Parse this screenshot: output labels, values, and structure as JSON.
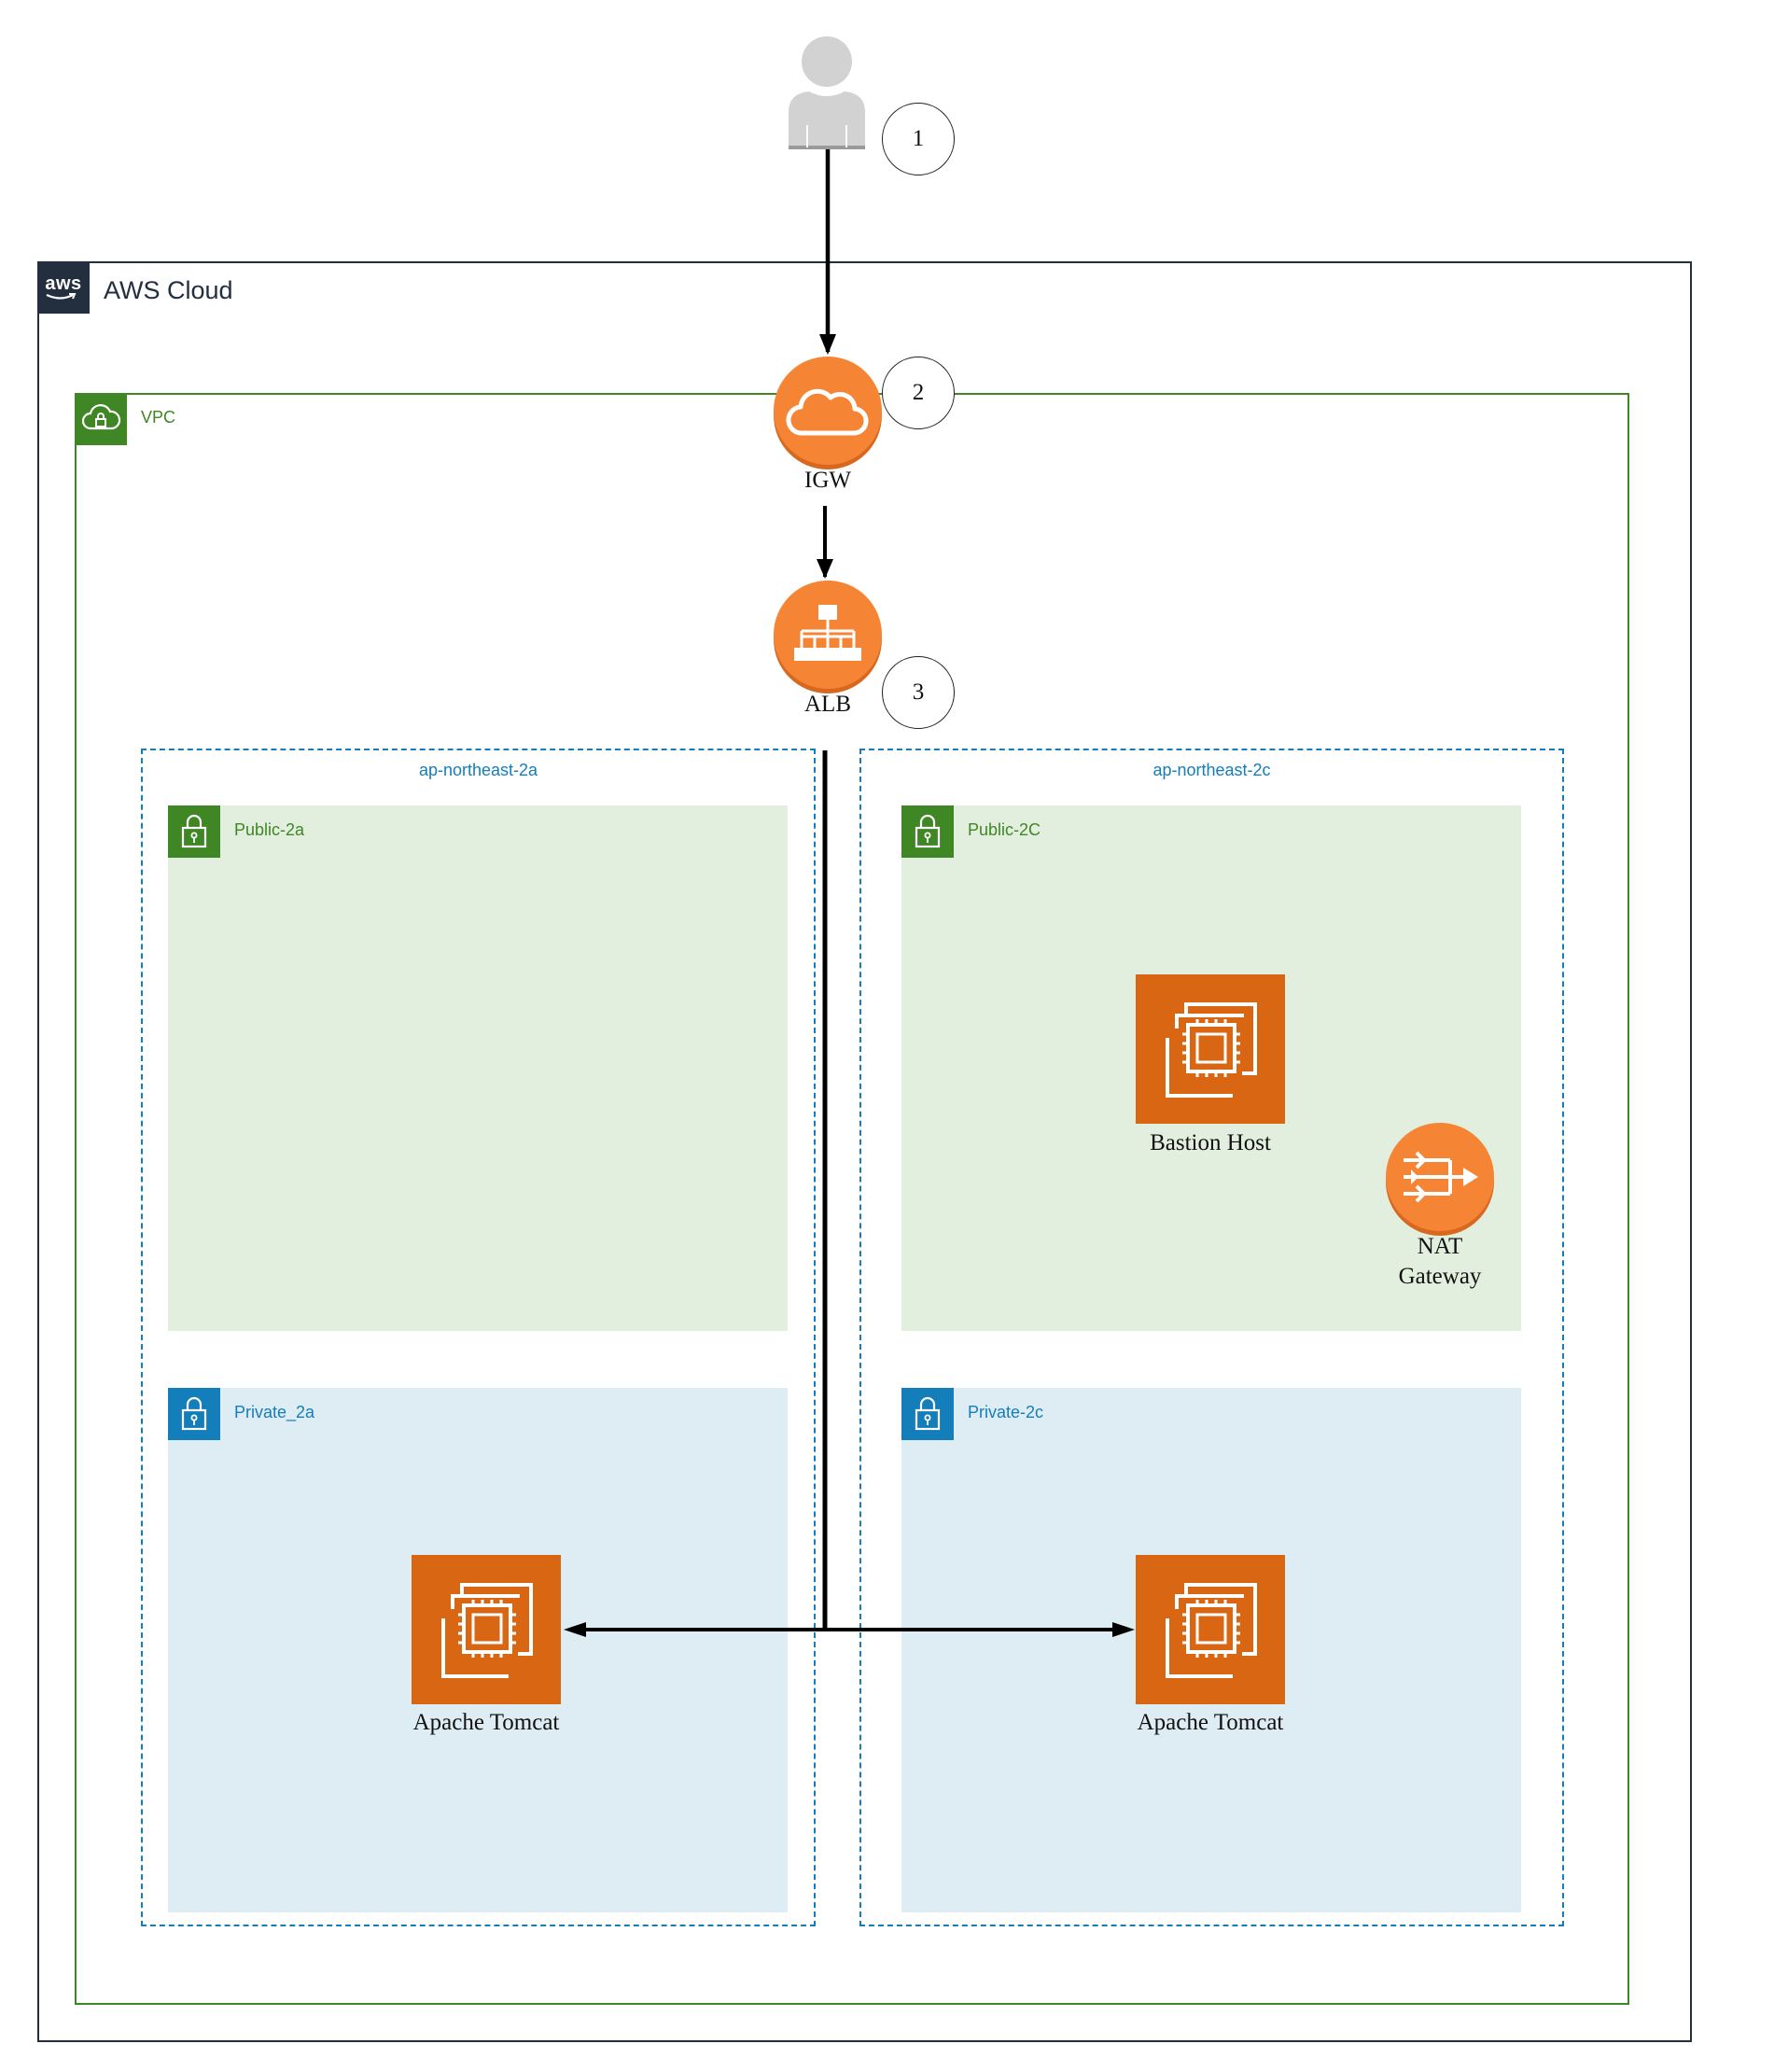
{
  "containers": {
    "aws_cloud": "AWS Cloud",
    "aws_logo": "aws",
    "vpc": "VPC"
  },
  "availability_zones": {
    "az_2a": "ap-northeast-2a",
    "az_2c": "ap-northeast-2c"
  },
  "subnets": {
    "public_2a": "Public-2a",
    "public_2c": "Public-2C",
    "private_2a": "Private_2a",
    "private_2c": "Private-2c"
  },
  "services": {
    "igw": "IGW",
    "alb": "ALB",
    "bastion": "Bastion Host",
    "nat_line1": "NAT",
    "nat_line2": "Gateway",
    "tomcat_2a": "Apache Tomcat",
    "tomcat_2c": "Apache Tomcat"
  },
  "steps": [
    "1",
    "2",
    "3"
  ],
  "colors": {
    "aws_cloud_border": "#232f3e",
    "vpc_green": "#3f8624",
    "public_subnet_fill": "#e2efde",
    "private_subnet_fill": "#deecf4",
    "az_blue": "#147eba",
    "ec2_orange": "#d86613",
    "network_orange": "#f58534"
  },
  "icons": [
    "user-icon",
    "aws-logo-icon",
    "vpc-cloud-lock-icon",
    "subnet-lock-icon",
    "internet-gateway-cloud-icon",
    "load-balancer-icon",
    "ec2-instance-icon",
    "nat-gateway-icon"
  ]
}
